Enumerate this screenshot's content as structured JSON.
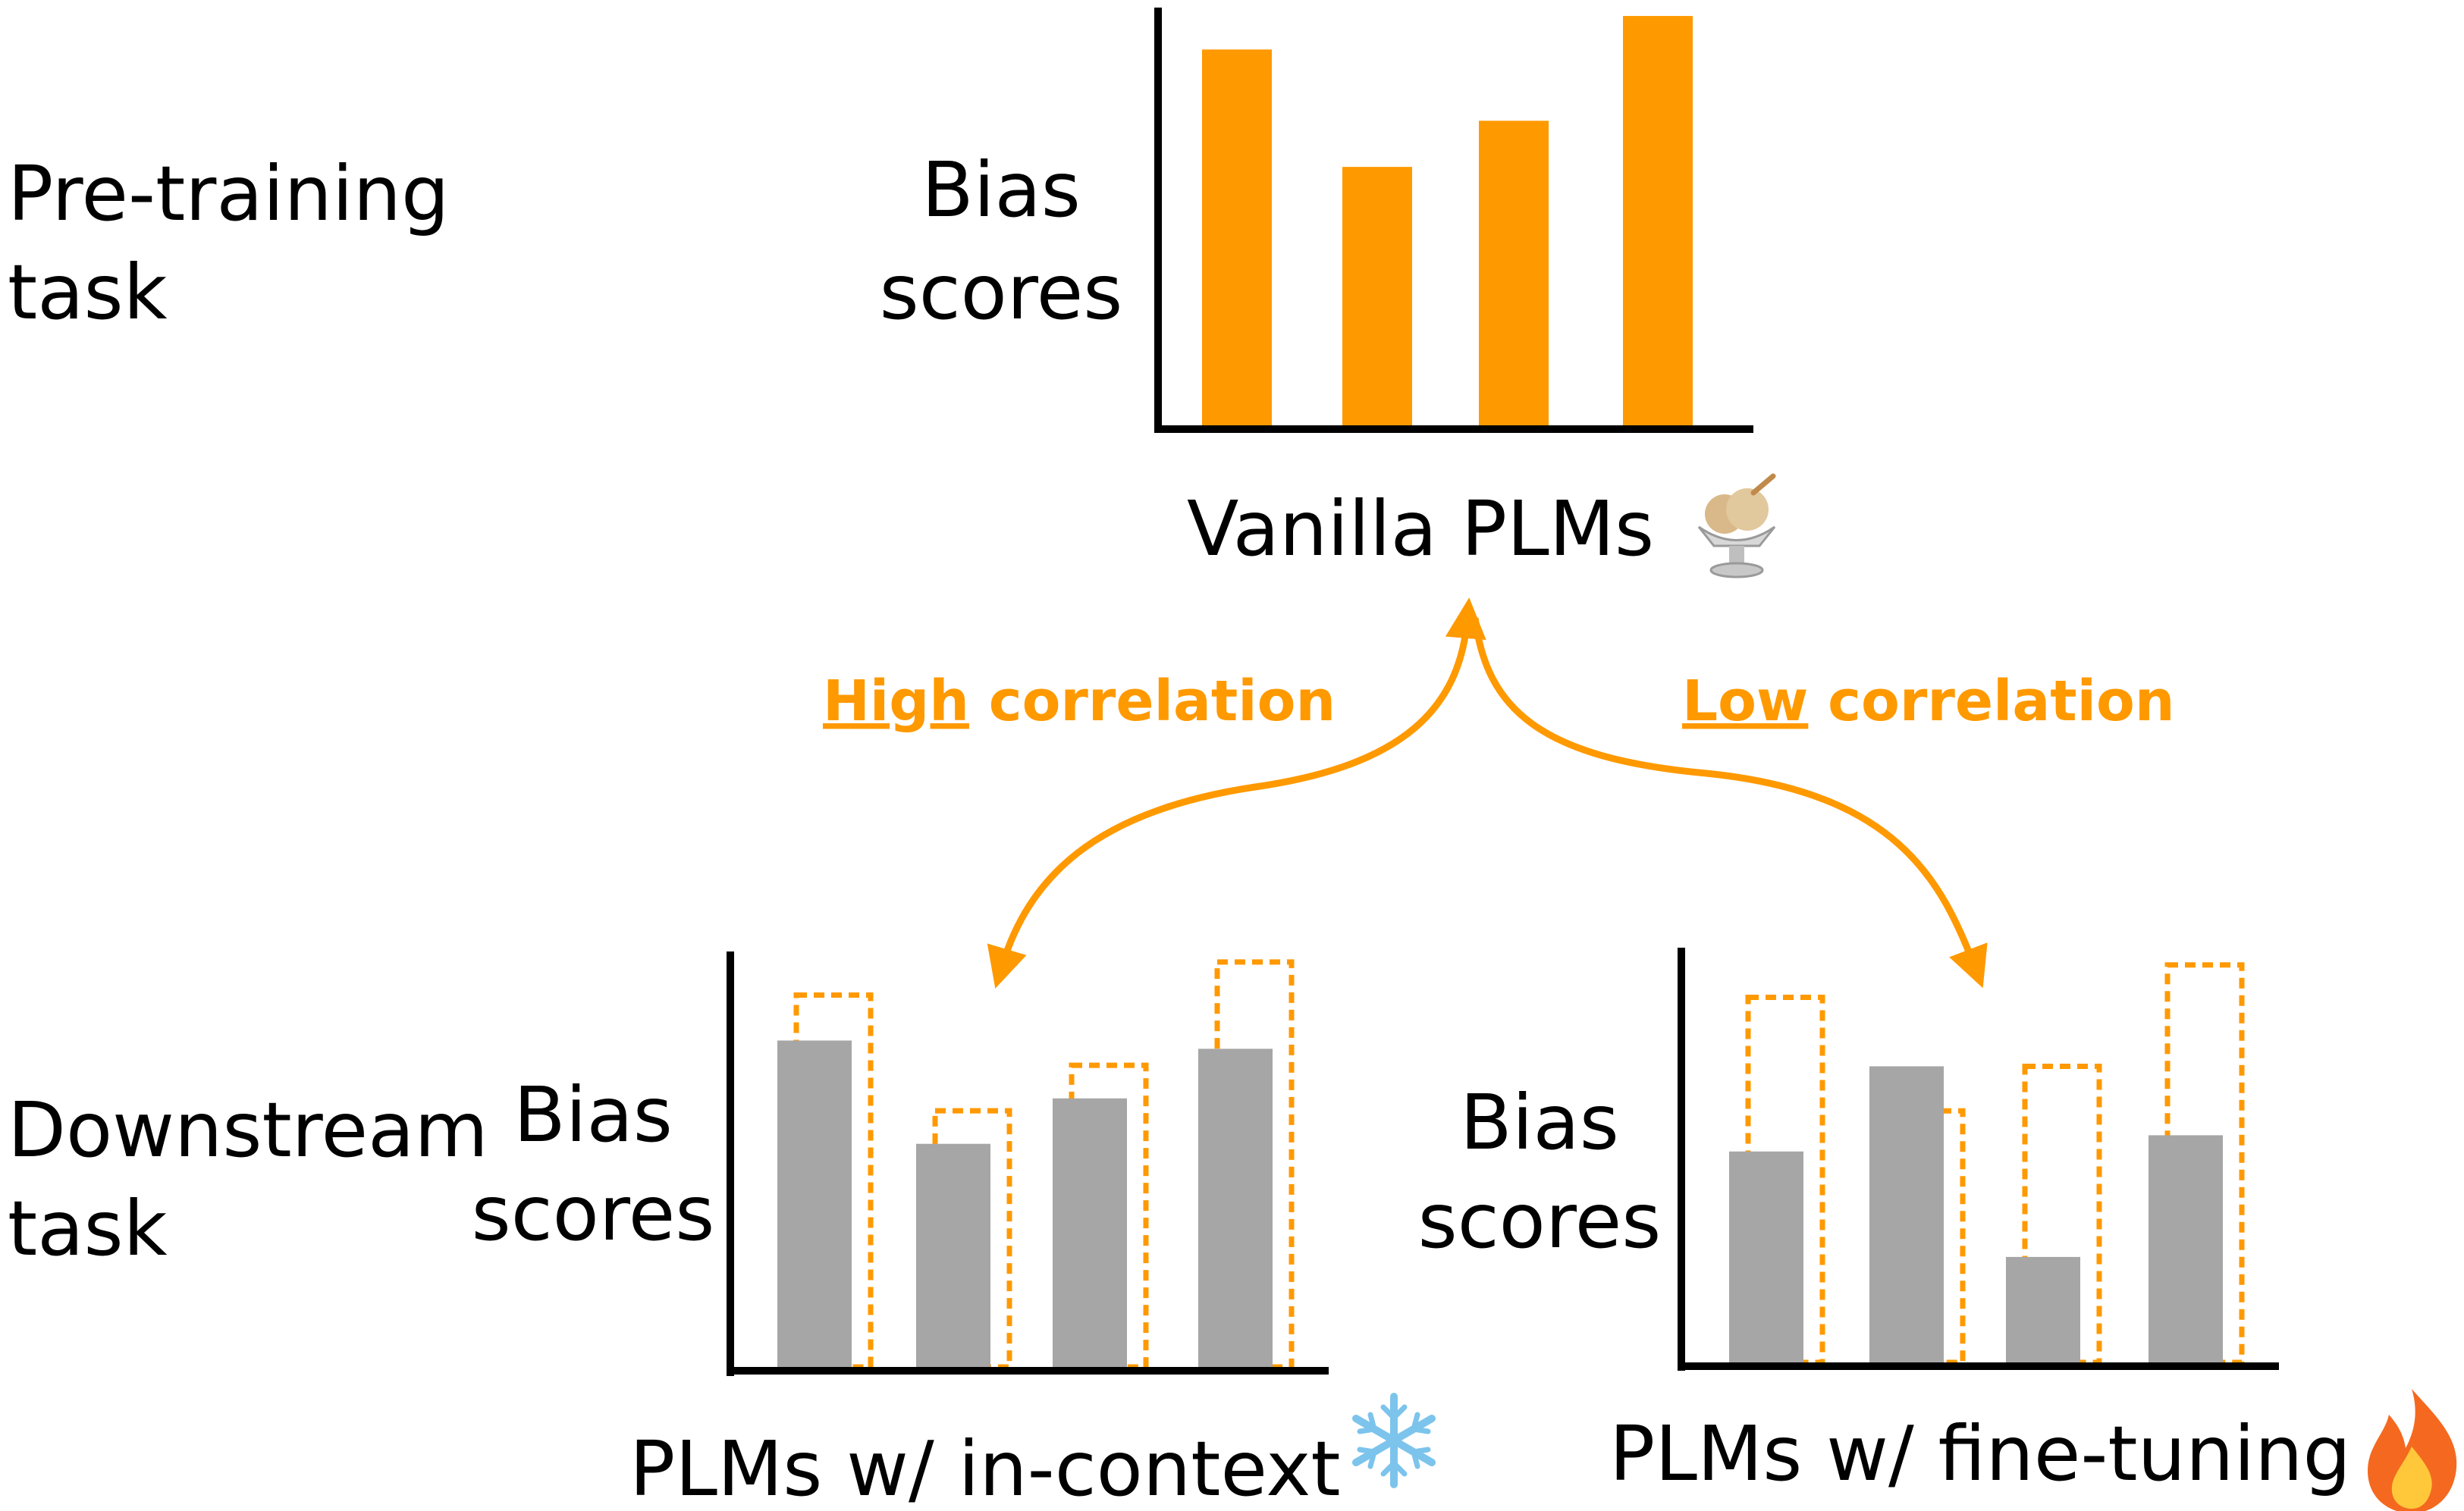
{
  "rows": {
    "pretraining_label": [
      "Pre-training",
      "task"
    ],
    "downstream_label": [
      "Downstream",
      "task"
    ]
  },
  "colors": {
    "orange": "#FF9900",
    "gray": "#A6A6A6",
    "axis": "#000000",
    "text": "#000000"
  },
  "arrows": {
    "left": {
      "label_bold_underlined": "High",
      "label_rest": " correlation"
    },
    "right": {
      "label_bold_underlined": "Low",
      "label_rest": " correlation"
    }
  },
  "charts": [
    {
      "id": "vanilla",
      "ylabel": [
        "Bias",
        "scores"
      ],
      "caption": "Vanilla PLMs",
      "icon": "ice-cream-icon"
    },
    {
      "id": "in-context",
      "ylabel": [
        "Bias",
        "scores"
      ],
      "caption": "PLMs w/ in-context",
      "icon": "snowflake-icon"
    },
    {
      "id": "fine-tuning",
      "ylabel": [
        "Bias",
        "scores"
      ],
      "caption": "PLMs w/ fine-tuning",
      "icon": "fire-icon"
    }
  ],
  "chart_data": [
    {
      "type": "bar",
      "name_of_figure": "vanilla",
      "ylabel": "Bias scores",
      "xlabel": "Vanilla PLMs",
      "values": [
        0.9,
        0.62,
        0.73,
        0.98
      ],
      "ylim": [
        0,
        1
      ]
    },
    {
      "type": "bar",
      "name_of_figure": "in-context",
      "ylabel": "Bias scores",
      "xlabel": "PLMs w/ in-context",
      "series": [
        {
          "values": [
            0.9,
            0.62,
            0.73,
            0.98
          ]
        },
        {
          "values": [
            0.79,
            0.54,
            0.65,
            0.77
          ]
        }
      ],
      "ylim": [
        0,
        1
      ]
    },
    {
      "type": "bar",
      "name_of_figure": "fine-tuning",
      "ylabel": "Bias scores",
      "xlabel": "PLMs w/ fine-tuning",
      "series": [
        {
          "values": [
            0.9,
            0.62,
            0.73,
            0.98
          ]
        },
        {
          "values": [
            0.52,
            0.73,
            0.26,
            0.56
          ]
        }
      ],
      "ylim": [
        0,
        1
      ]
    }
  ]
}
